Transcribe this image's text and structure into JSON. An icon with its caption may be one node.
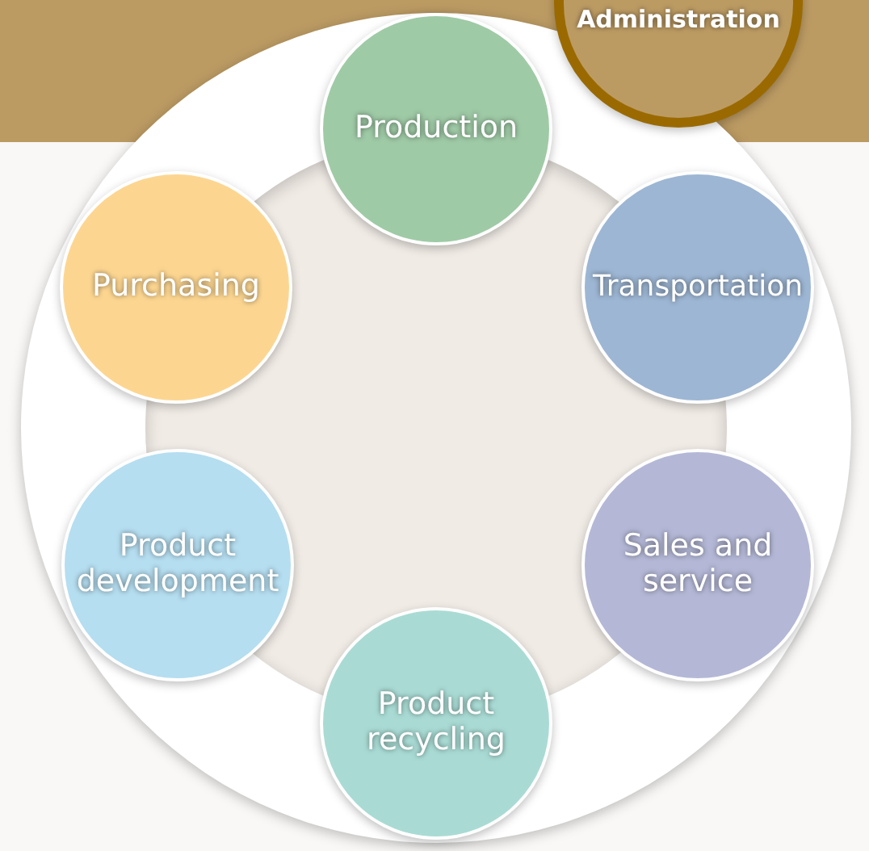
{
  "diagram": {
    "nodes": [
      {
        "text": [
          "Administration"
        ]
      },
      {
        "text": [
          "Production"
        ]
      },
      {
        "text": [
          "Purchasing"
        ]
      },
      {
        "text": [
          "Transportation"
        ]
      },
      {
        "text": [
          "Product development"
        ]
      },
      {
        "text": [
          "Sales and service"
        ]
      },
      {
        "text": [
          "Product recycling"
        ]
      }
    ]
  }
}
